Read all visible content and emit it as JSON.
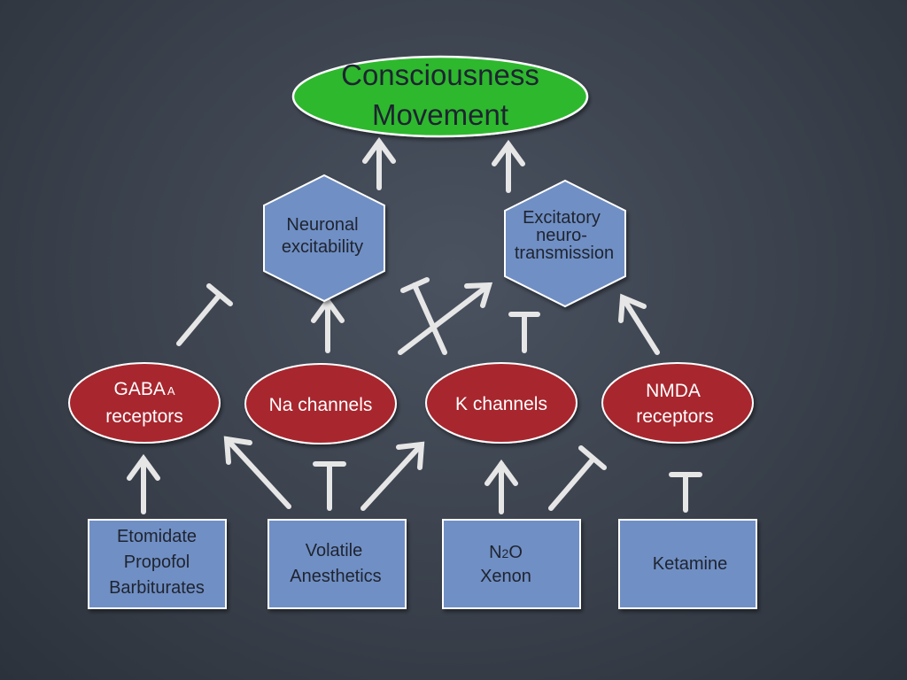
{
  "top": {
    "line1": "Consciousness",
    "line2": "Movement"
  },
  "hexagons": {
    "neuronal": {
      "line1": "Neuronal",
      "line2": "excitability"
    },
    "excitatory": {
      "line1": "Excitatory",
      "line2": "neuro-",
      "line3": "transmission"
    }
  },
  "receptors": {
    "gaba": {
      "main": "GABA",
      "sub": "A",
      "line2": "receptors"
    },
    "na": {
      "line1": "Na channels"
    },
    "k": {
      "line1": "K channels"
    },
    "nmda": {
      "line1": "NMDA",
      "line2": "receptors"
    }
  },
  "drugs": {
    "iv": {
      "line1": "Etomidate",
      "line2": "Propofol",
      "line3": "Barbiturates"
    },
    "volatile": {
      "line1": "Volatile",
      "line2": "Anesthetics"
    },
    "gas": {
      "main": "N",
      "sub": "2",
      "tail": "O",
      "line2": "Xenon"
    },
    "ketamine": {
      "line1": "Ketamine"
    }
  },
  "colors": {
    "top_fill": "#2eb82e",
    "hex_fill": "#6f8fc4",
    "receptor_fill": "#a8282e",
    "drug_fill": "#6f8fc4",
    "connector": "#e8e8e8"
  }
}
